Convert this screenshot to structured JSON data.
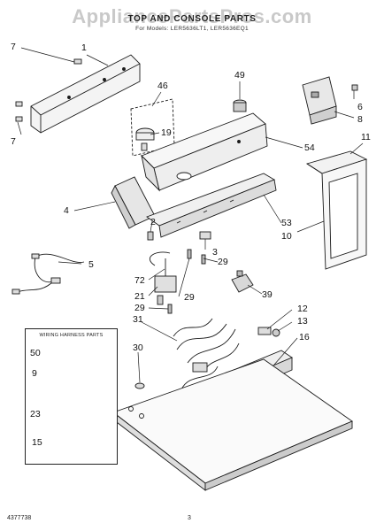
{
  "watermark": "AppliancePartsPros.com",
  "header": {
    "title": "TOP AND CONSOLE PARTS",
    "subtitle": "For Models: LER5636LT1, LER5636EQ1"
  },
  "legend": {
    "title": "WIRING HARNESS PARTS"
  },
  "footer": {
    "doc_id": "4377738",
    "page": "3"
  },
  "parts": [
    {
      "id": "p1",
      "label": "1"
    },
    {
      "id": "p7a",
      "label": "7"
    },
    {
      "id": "p7b",
      "label": "7"
    },
    {
      "id": "p46",
      "label": "46"
    },
    {
      "id": "p19",
      "label": "19"
    },
    {
      "id": "p49",
      "label": "49"
    },
    {
      "id": "p6",
      "label": "6"
    },
    {
      "id": "p8",
      "label": "8"
    },
    {
      "id": "p54",
      "label": "54"
    },
    {
      "id": "p11",
      "label": "11"
    },
    {
      "id": "p4",
      "label": "4"
    },
    {
      "id": "p2",
      "label": "2"
    },
    {
      "id": "p53",
      "label": "53"
    },
    {
      "id": "p10",
      "label": "10"
    },
    {
      "id": "p5",
      "label": "5"
    },
    {
      "id": "p3",
      "label": "3"
    },
    {
      "id": "p29a",
      "label": "29"
    },
    {
      "id": "p72",
      "label": "72"
    },
    {
      "id": "p21",
      "label": "21"
    },
    {
      "id": "p29b",
      "label": "29"
    },
    {
      "id": "p29c",
      "label": "29"
    },
    {
      "id": "p39",
      "label": "39"
    },
    {
      "id": "p31",
      "label": "31"
    },
    {
      "id": "p12",
      "label": "12"
    },
    {
      "id": "p13",
      "label": "13"
    },
    {
      "id": "p16",
      "label": "16"
    },
    {
      "id": "p30",
      "label": "30"
    },
    {
      "id": "p50",
      "label": "50"
    },
    {
      "id": "p9",
      "label": "9"
    },
    {
      "id": "p23",
      "label": "23"
    },
    {
      "id": "p15",
      "label": "15"
    }
  ]
}
